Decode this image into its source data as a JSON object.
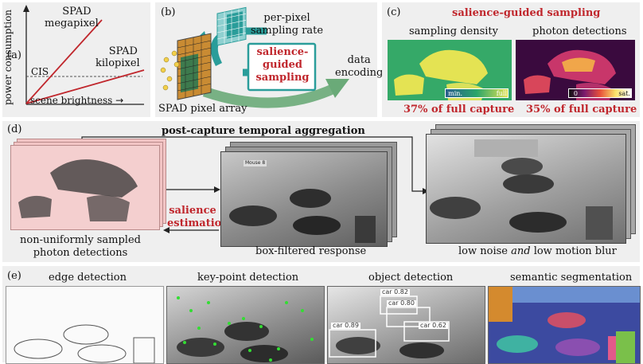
{
  "panel_a": {
    "label": "(a)",
    "line_megapixel": "SPAD",
    "line_megapixel_2": "megapixel",
    "line_kilopixel": "SPAD",
    "line_kilopixel_2": "kilopixel",
    "cis": "CIS",
    "ylabel": "power consumption",
    "xlabel": "scene brightness",
    "arrow": "→",
    "colors": {
      "spad": "#c0272d",
      "cis": "#555555"
    }
  },
  "panel_b": {
    "label": "(b)",
    "rate": "per-pixel",
    "rate_2": "sampling rate",
    "salience_1": "salience-",
    "salience_2": "guided",
    "salience_3": "sampling",
    "data_1": "data",
    "data_2": "encoding",
    "array": "SPAD pixel array",
    "colors": {
      "teal": "#2a9d9a",
      "green": "#5aa86a",
      "red": "#c0272d"
    }
  },
  "panel_c": {
    "label": "(c)",
    "title": "salience-guided sampling",
    "density": "sampling density",
    "detections": "photon detections",
    "scale_min": "min.",
    "scale_full": "full",
    "scale_zero": "0",
    "scale_sat": "sat.",
    "pct_density": "37% of full capture",
    "pct_detections": "35% of full capture"
  },
  "panel_d": {
    "label": "(d)",
    "title": "post-capture temporal aggregation",
    "salience_1": "salience",
    "salience_2": "estimation",
    "caption_left_1": "non-uniformly sampled",
    "caption_left_2": "photon detections",
    "caption_mid": "box-filtered response",
    "caption_right_pre": "low noise ",
    "caption_right_em": "and",
    "caption_right_post": " low motion blur",
    "tiny_label": "Mouse 8"
  },
  "panel_e": {
    "label": "(e)",
    "tasks": [
      "edge detection",
      "key-point detection",
      "object detection",
      "semantic segmentation"
    ],
    "boxes": [
      "car 0.82",
      "car 0.80",
      "car 0.62",
      "car 0.89"
    ]
  }
}
